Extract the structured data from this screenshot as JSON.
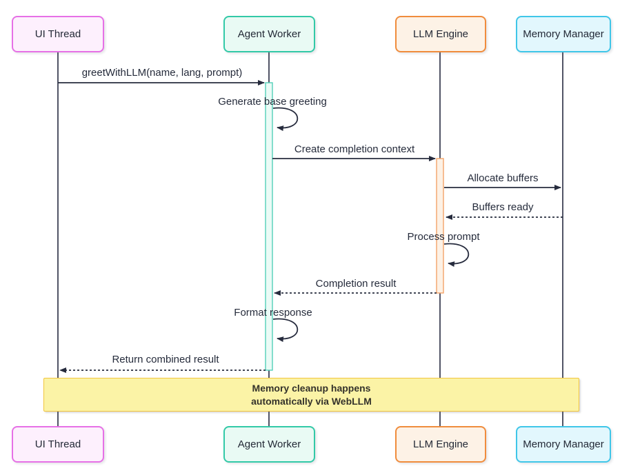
{
  "diagram_type": "sequence",
  "actors": [
    {
      "label": "UI Thread",
      "fill": "#fdf0fd",
      "border": "#e670e6"
    },
    {
      "label": "Agent Worker",
      "fill": "#e9faf4",
      "border": "#32c9a7"
    },
    {
      "label": "LLM Engine",
      "fill": "#fdf2e6",
      "border": "#f08c3c"
    },
    {
      "label": "Memory Manager",
      "fill": "#e2f7fd",
      "border": "#3fc6e8"
    }
  ],
  "messages": [
    {
      "text": "greetWithLLM(name, lang, prompt)",
      "from": "UI Thread",
      "to": "Agent Worker",
      "type": "solid"
    },
    {
      "text": "Generate base greeting",
      "from": "Agent Worker",
      "to": "Agent Worker",
      "type": "self"
    },
    {
      "text": "Create completion context",
      "from": "Agent Worker",
      "to": "LLM Engine",
      "type": "solid"
    },
    {
      "text": "Allocate buffers",
      "from": "LLM Engine",
      "to": "Memory Manager",
      "type": "solid"
    },
    {
      "text": "Buffers ready",
      "from": "Memory Manager",
      "to": "LLM Engine",
      "type": "dotted"
    },
    {
      "text": "Process prompt",
      "from": "LLM Engine",
      "to": "LLM Engine",
      "type": "self"
    },
    {
      "text": "Completion result",
      "from": "LLM Engine",
      "to": "Agent Worker",
      "type": "dotted"
    },
    {
      "text": "Format response",
      "from": "Agent Worker",
      "to": "Agent Worker",
      "type": "self"
    },
    {
      "text": "Return combined result",
      "from": "Agent Worker",
      "to": "UI Thread",
      "type": "dotted"
    }
  ],
  "note": {
    "line1": "Memory cleanup happens",
    "line2": "automatically via WebLLM",
    "fill": "#fbf3a6",
    "border": "#f2c53d"
  },
  "activations": [
    {
      "actor": "Agent Worker",
      "fill": "#eafbf6",
      "border": "#52d0b8"
    },
    {
      "actor": "LLM Engine",
      "fill": "#fdf1e5",
      "border": "#f3a469"
    }
  ],
  "line_color": "#3c4054",
  "arrow_color": "#262b3d"
}
